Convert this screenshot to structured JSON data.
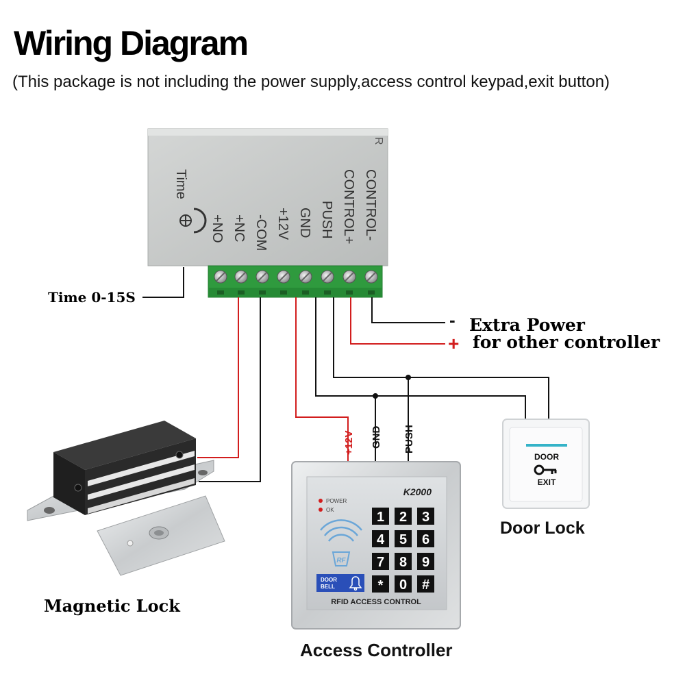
{
  "title": "Wiring Diagram",
  "subtitle": "(This package is not including the power supply,access control keypad,exit button)",
  "controller": {
    "time_label": "Time",
    "terminals": [
      "+NO",
      "+NC",
      "-COM",
      "+12V",
      "GND",
      "PUSH",
      "CONTROL+",
      "CONTROL-"
    ],
    "corner_mark": "R"
  },
  "labels": {
    "time_range": "Time  0-15S",
    "extra_power_minus": "-",
    "extra_power_line1": "Extra Power",
    "extra_power_plus": "+",
    "extra_power_line2": "for other controller",
    "wire_12v": "+12V",
    "wire_gnd": "GND",
    "wire_push": "PUSH"
  },
  "door_button": {
    "top_text": "DOOR",
    "bottom_text": "EXIT",
    "caption": "Door Lock"
  },
  "magnetic_lock": {
    "caption": "Magnetic Lock"
  },
  "keypad": {
    "model": "K2000",
    "power_led": "POWER",
    "ok_led": "OK",
    "rf_mark": "RF",
    "door_bell_1": "DOOR",
    "door_bell_2": "BELL",
    "keys": [
      "1",
      "2",
      "3",
      "4",
      "5",
      "6",
      "7",
      "8",
      "9",
      "*",
      "0",
      "#"
    ],
    "footer": "RFID ACCESS CONTROL",
    "caption": "Access Controller"
  },
  "colors": {
    "red_wire": "#d21d1d",
    "black_wire": "#111111",
    "green_block": "#2f9a3e",
    "box_gray": "#c9cccb"
  },
  "icons": [
    "time-dial-icon",
    "key-icon",
    "bell-icon",
    "rf-wave-icon"
  ]
}
